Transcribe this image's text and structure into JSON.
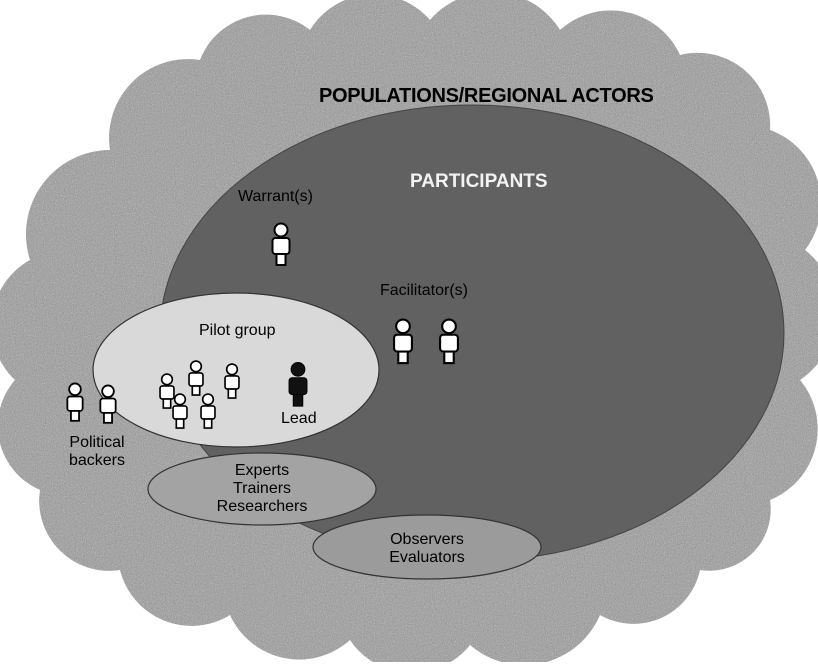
{
  "diagram": {
    "outer_label": "POPULATIONS/REGIONAL ACTORS",
    "participants_label": "PARTICIPANTS",
    "warrant_label": "Warrant(s)",
    "facilitator_label": "Facilitator(s)",
    "pilot_label": "Pilot group",
    "lead_label": "Lead",
    "political_line1": "Political",
    "political_line2": "backers",
    "experts": [
      "Experts",
      "Trainers",
      "Researchers"
    ],
    "observers": [
      "Observers",
      "Evaluators"
    ]
  },
  "colors": {
    "crowd_base": "#9a9a9a",
    "participants_fill": "#616161",
    "pilot_fill": "#d9d9d9",
    "experts_fill": "#a3a3a3",
    "observers_fill": "#9b9b9b",
    "person_fill": "#ffffff",
    "lead_fill": "#111111"
  }
}
